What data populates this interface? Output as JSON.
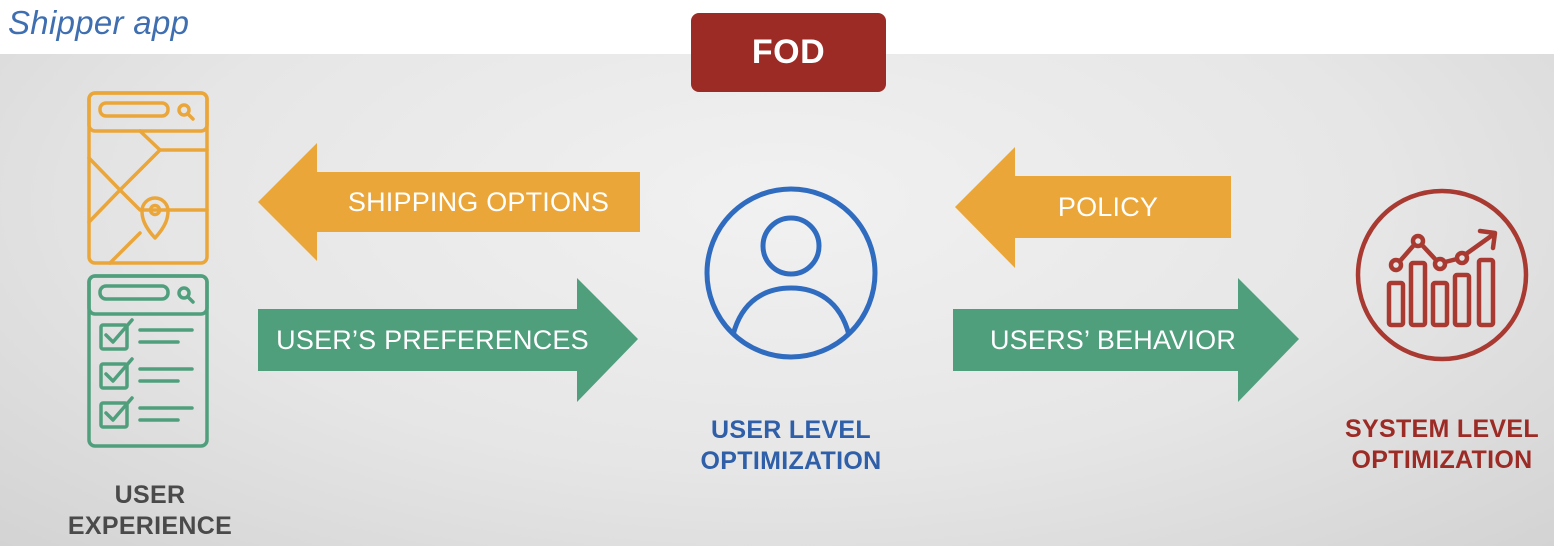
{
  "app_title": "Shipper app",
  "badge": "FOD",
  "arrows": {
    "shipping_options": "SHIPPING OPTIONS",
    "users_preferences": "USER’S PREFERENCES",
    "policy": "POLICY",
    "users_behavior": "USERS’ BEHAVIOR"
  },
  "nodes": {
    "user_experience": {
      "line1": "USER",
      "line2": "EXPERIENCE"
    },
    "user_level": {
      "line1": "USER LEVEL",
      "line2": "OPTIMIZATION"
    },
    "system_level": {
      "line1": "SYSTEM LEVEL",
      "line2": "OPTIMIZATION"
    }
  },
  "icons": {
    "map_screen": "map-screen-icon",
    "checklist_screen": "checklist-screen-icon",
    "user": "user-circle-icon",
    "analytics": "analytics-chart-icon"
  },
  "colors": {
    "orange": "#eba639",
    "green": "#4f9f7d",
    "blue": "#2f5fa8",
    "red": "#9c2b25"
  }
}
